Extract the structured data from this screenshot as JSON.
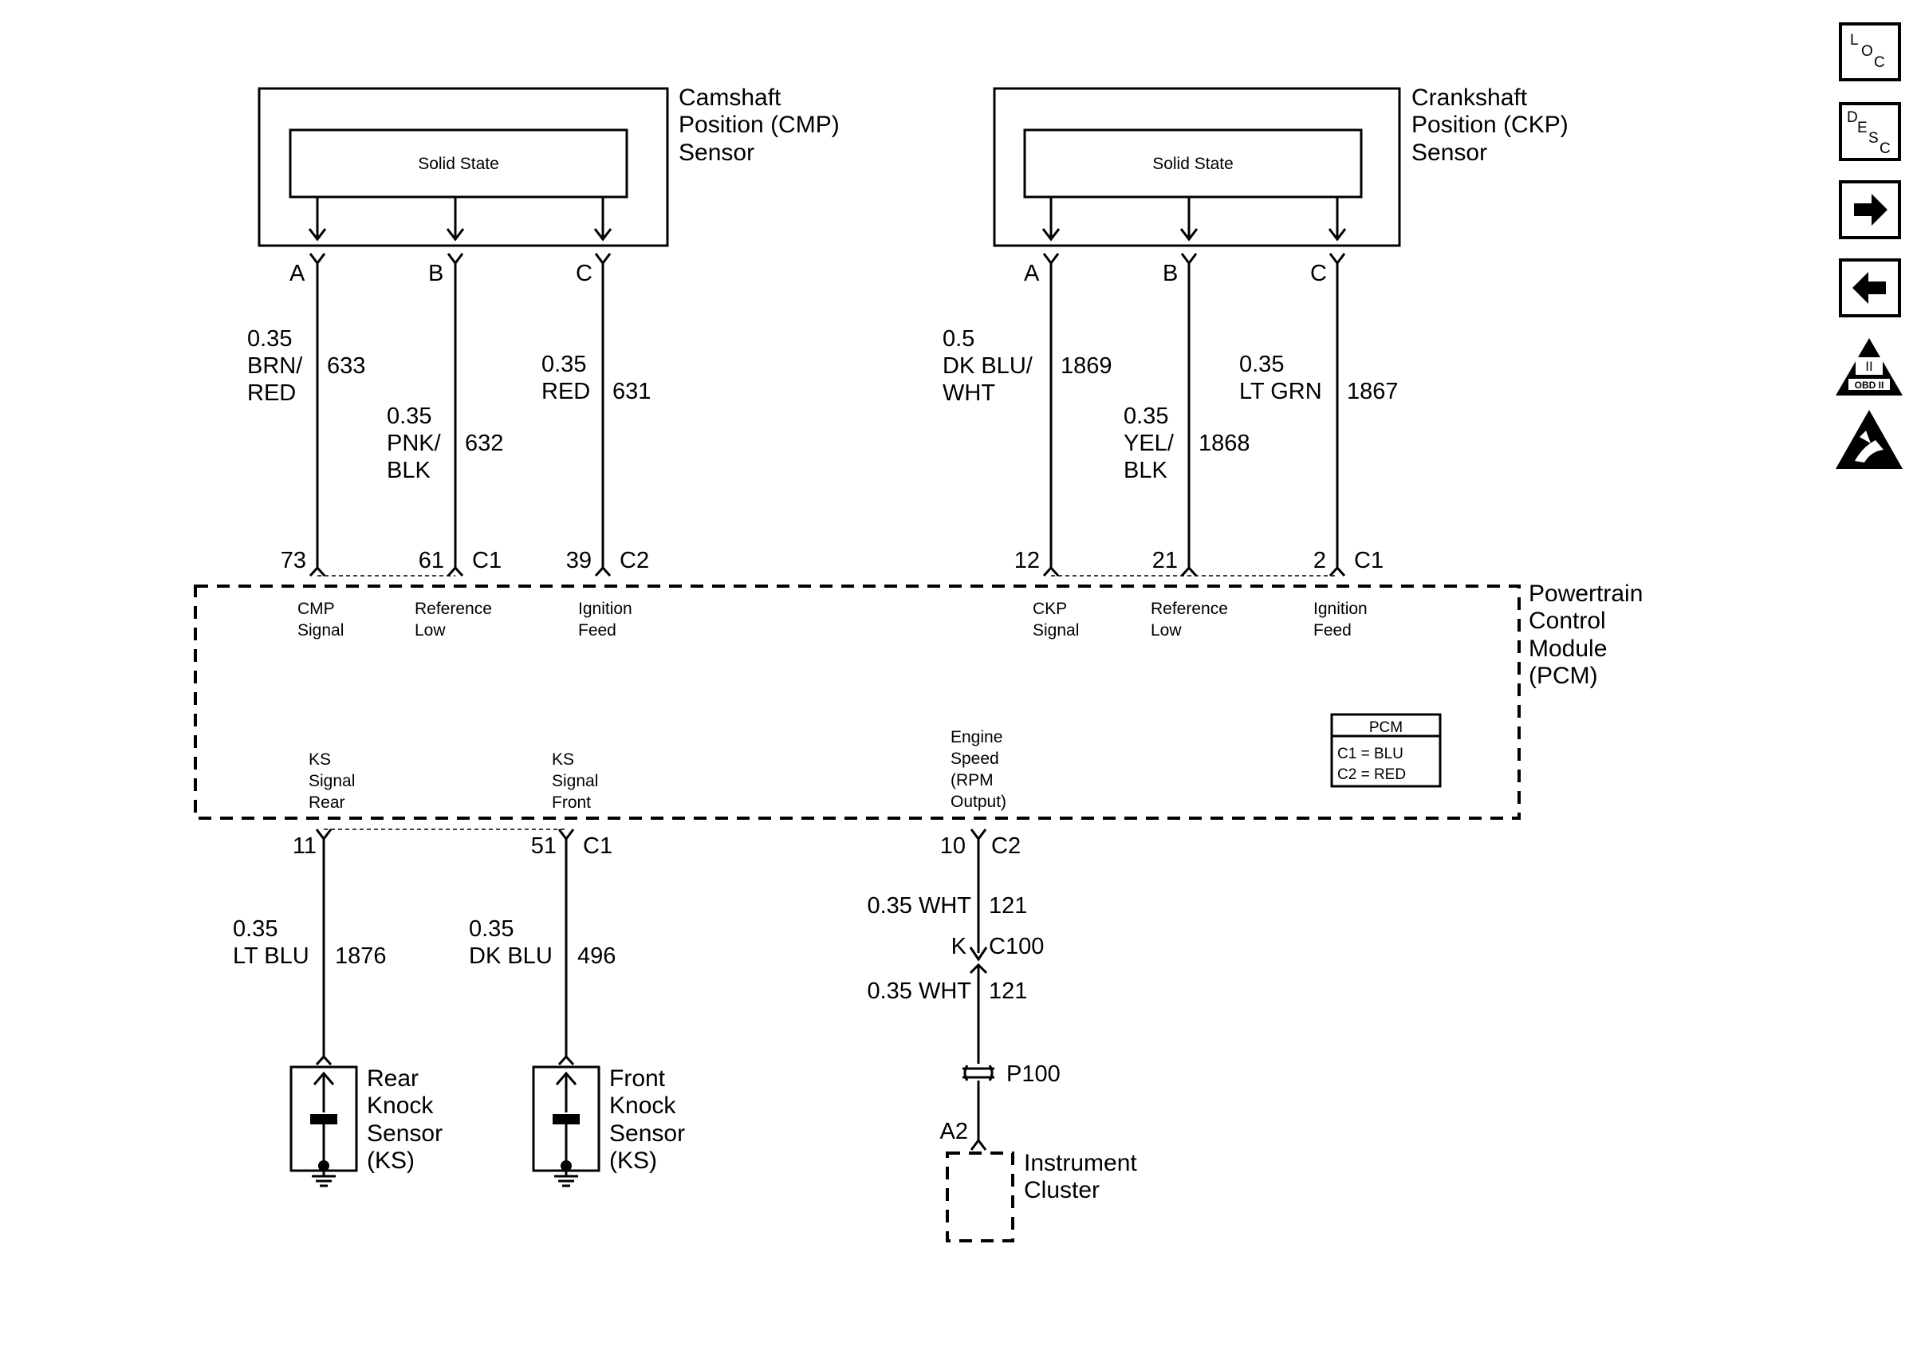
{
  "cmp_sensor": {
    "title": [
      "Camshaft",
      "Position (CMP)",
      "Sensor"
    ],
    "inner": "Solid State",
    "pins": [
      "A",
      "B",
      "C"
    ],
    "wires": [
      {
        "gauge": "0.35",
        "color": [
          "BRN/",
          "RED"
        ],
        "circuit": "633",
        "pcm_pin": "73"
      },
      {
        "gauge": "0.35",
        "color": [
          "PNK/",
          "BLK"
        ],
        "circuit": "632",
        "pcm_pin": "61",
        "connector": "C1"
      },
      {
        "gauge": "0.35",
        "color": [
          "RED"
        ],
        "circuit": "631",
        "pcm_pin": "39",
        "connector": "C2"
      }
    ]
  },
  "ckp_sensor": {
    "title": [
      "Crankshaft",
      "Position (CKP)",
      "Sensor"
    ],
    "inner": "Solid State",
    "pins": [
      "A",
      "B",
      "C"
    ],
    "wires": [
      {
        "gauge": "0.5",
        "color": [
          "DK BLU/",
          "WHT"
        ],
        "circuit": "1869",
        "pcm_pin": "12"
      },
      {
        "gauge": "0.35",
        "color": [
          "YEL/",
          "BLK"
        ],
        "circuit": "1868",
        "pcm_pin": "21"
      },
      {
        "gauge": "0.35",
        "color": [
          "LT GRN"
        ],
        "circuit": "1867",
        "pcm_pin": "2",
        "connector": "C1"
      }
    ]
  },
  "pcm": {
    "title": [
      "Powertrain",
      "Control",
      "Module",
      "(PCM)"
    ],
    "top_labels": [
      [
        "CMP",
        "Signal"
      ],
      [
        "Reference",
        "Low"
      ],
      [
        "Ignition",
        "Feed"
      ],
      [
        "CKP",
        "Signal"
      ],
      [
        "Reference",
        "Low"
      ],
      [
        "Ignition",
        "Feed"
      ]
    ],
    "bottom_labels": [
      [
        "KS",
        "Signal",
        "Rear"
      ],
      [
        "KS",
        "Signal",
        "Front"
      ],
      [
        "Engine",
        "Speed",
        "(RPM",
        "Output)"
      ]
    ],
    "legend": {
      "title": "PCM",
      "rows": [
        "C1 = BLU",
        "C2 = RED"
      ]
    }
  },
  "knock_sensors": [
    {
      "pcm_pin": "11",
      "gauge": "0.35",
      "color": "LT BLU",
      "circuit": "1876",
      "label": [
        "Rear",
        "Knock",
        "Sensor",
        "(KS)"
      ]
    },
    {
      "pcm_pin": "51",
      "connector": "C1",
      "gauge": "0.35",
      "color": "DK BLU",
      "circuit": "496",
      "label": [
        "Front",
        "Knock",
        "Sensor",
        "(KS)"
      ]
    }
  ],
  "rpm_output": {
    "pcm_pin": "10",
    "connector": "C2",
    "wire1": {
      "spec": "0.35 WHT",
      "circuit": "121"
    },
    "inline": {
      "pin": "K",
      "connector": "C100"
    },
    "wire2": {
      "spec": "0.35 WHT",
      "circuit": "121"
    },
    "splice": "P100",
    "dest_pin": "A2",
    "dest_label": [
      "Instrument",
      "Cluster"
    ]
  },
  "side_icons": [
    {
      "name": "loc-icon",
      "chars": [
        "L",
        "O",
        "C"
      ]
    },
    {
      "name": "desc-icon",
      "chars": [
        "D",
        "E",
        "S",
        "C"
      ]
    },
    {
      "name": "arrow-right-icon",
      "glyph": "➔"
    },
    {
      "name": "arrow-left-icon",
      "glyph": "⬅"
    },
    {
      "name": "obd-ii-icon",
      "text": "OBD II",
      "mark": "II"
    },
    {
      "name": "esd-warning-icon"
    }
  ]
}
